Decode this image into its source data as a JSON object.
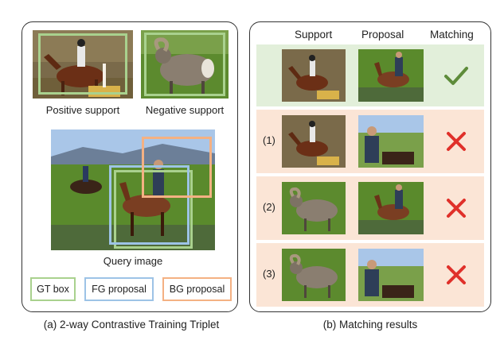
{
  "colors": {
    "gt_box": "#a9d18e",
    "fg_proposal": "#9dc3e6",
    "bg_proposal": "#f4b183",
    "match_row_bg": "#e2efda",
    "mismatch_row_bg": "#fbe5d6",
    "check": "#5e8c3a",
    "cross": "#e0302a"
  },
  "left_panel": {
    "positive_support_label": "Positive support",
    "negative_support_label": "Negative support",
    "query_image_label": "Query image",
    "legend": {
      "gt_box": "GT box",
      "fg_proposal": "FG proposal",
      "bg_proposal": "BG proposal"
    },
    "caption": "(a) 2-way Contrastive Training Triplet"
  },
  "right_panel": {
    "headers": {
      "support": "Support",
      "proposal": "Proposal",
      "matching": "Matching"
    },
    "rows": [
      {
        "label": "",
        "support_image": "horse-jump-icon",
        "proposal_image": "horse-rider-icon",
        "result": "check-icon"
      },
      {
        "label": "(1)",
        "support_image": "horse-jump-icon",
        "proposal_image": "person-icon",
        "result": "cross-icon"
      },
      {
        "label": "(2)",
        "support_image": "ram-icon",
        "proposal_image": "horse-rider-icon",
        "result": "cross-icon"
      },
      {
        "label": "(3)",
        "support_image": "ram-icon",
        "proposal_image": "person-icon",
        "result": "cross-icon"
      }
    ],
    "caption": "(b) Matching results"
  }
}
